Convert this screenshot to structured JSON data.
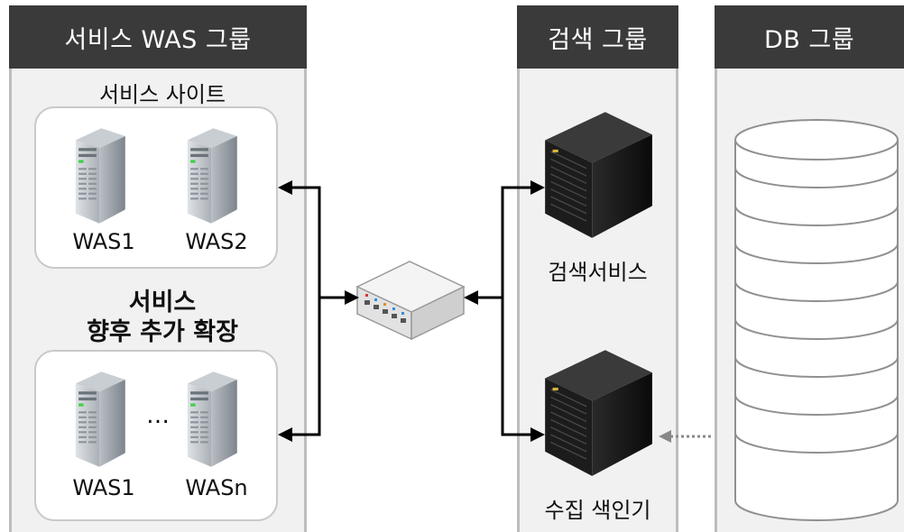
{
  "was_group": {
    "title": "서비스 WAS 그룹",
    "site_label": "서비스 사이트",
    "site_servers": [
      "WAS1",
      "WAS2"
    ],
    "expand_label_line1": "서비스",
    "expand_label_line2": "향후 추가 확장",
    "expand_servers": [
      "WAS1",
      "WASn"
    ],
    "ellipsis": "…"
  },
  "search_group": {
    "title": "검색 그룹",
    "search_service_label": "검색서비스",
    "indexer_label": "수집 색인기"
  },
  "db_group": {
    "title": "DB 그룹",
    "db_title": "컨텐츠 DB",
    "db_subtitle": "문서",
    "ellipsis": "• • •"
  },
  "icons": {
    "was_server": "tower-server-icon",
    "switch": "network-switch-icon",
    "rack_server": "rack-server-icon",
    "database": "database-cylinder-icon"
  },
  "colors": {
    "header_bg": "#3a3a3a",
    "panel_bg": "#f1f1f1",
    "arrow": "#000000",
    "dotted_arrow": "#888888"
  }
}
